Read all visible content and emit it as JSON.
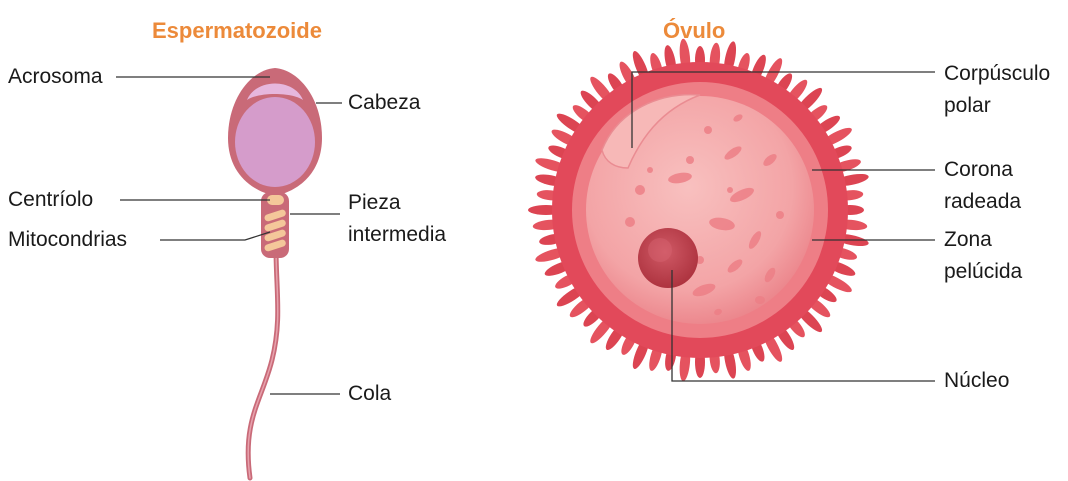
{
  "sperm": {
    "title": "Espermatozoide",
    "labels": {
      "acrosoma": "Acrosoma",
      "cabeza": "Cabeza",
      "centriolo": "Centríolo",
      "mitocondrias": "Mitocondrias",
      "pieza_1": "Pieza",
      "pieza_2": "intermedia",
      "cola": "Cola"
    }
  },
  "ovum": {
    "title": "Óvulo",
    "labels": {
      "corpusculo_1": "Corpúsculo",
      "corpusculo_2": "polar",
      "corona_1": "Corona",
      "corona_2": "radeada",
      "zona_1": "Zona",
      "zona_2": "pelúcida",
      "nucleo": "Núcleo"
    }
  },
  "colors": {
    "title": "#ec8a3a",
    "sperm_body": "#c96a78",
    "sperm_head_inner": "#d59ccb",
    "acrosome": "#e6b7dd",
    "mitochondria": "#f4c79a",
    "ovum_outer": "#e2495a",
    "ovum_inner": "#f3a3a6",
    "nucleus": "#b5343f"
  }
}
